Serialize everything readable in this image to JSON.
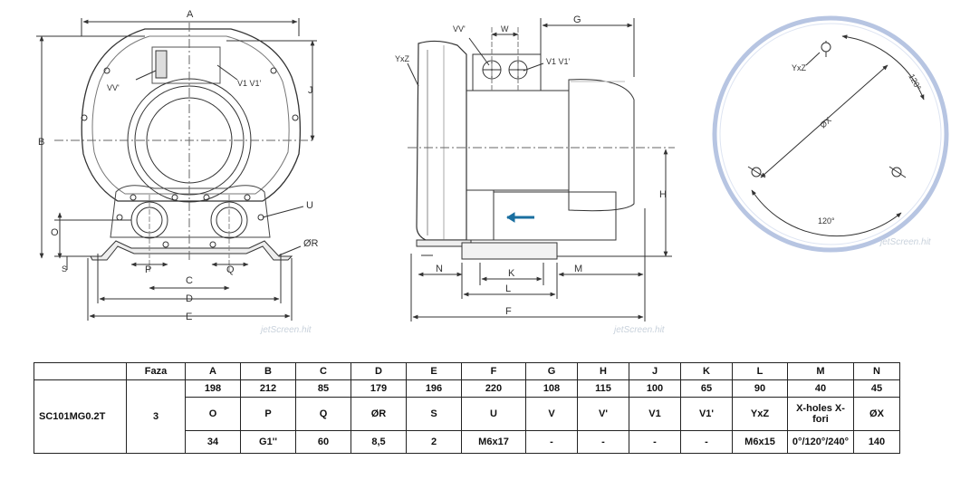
{
  "drawing": {
    "front_labels": {
      "A": "A",
      "B": "B",
      "J": "J",
      "VV": "VV'",
      "V1V1": "V1 V1'",
      "O": "O",
      "S": "S",
      "P": "P",
      "C": "C",
      "D": "D",
      "E": "E",
      "Q": "Q",
      "U": "U",
      "R": "ØR"
    },
    "side_labels": {
      "YxZ": "YxZ",
      "VV": "VV'",
      "W": "W",
      "G": "G",
      "V1V1": "V1 V1'",
      "H": "H",
      "N": "N",
      "K": "K",
      "L": "L",
      "M": "M",
      "F": "F"
    },
    "flange_labels": {
      "YxZ": "YxZ",
      "X": "ØX",
      "a1": "120°",
      "a2": "120°"
    },
    "watermark": "jetScreen.hit"
  },
  "table": {
    "header": [
      "",
      "Faza",
      "A",
      "B",
      "C",
      "D",
      "E",
      "F",
      "G",
      "H",
      "J",
      "K",
      "L",
      "M",
      "N"
    ],
    "model": "SC101MG0.2T",
    "phase": "3",
    "row1": [
      "198",
      "212",
      "85",
      "179",
      "196",
      "220",
      "108",
      "115",
      "100",
      "65",
      "90",
      "40",
      "45"
    ],
    "row2": [
      "O",
      "P",
      "Q",
      "ØR",
      "S",
      "U",
      "V",
      "V'",
      "V1",
      "V1'",
      "YxZ",
      "X-holes X-fori",
      "ØX"
    ],
    "row3": [
      "34",
      "G1''",
      "60",
      "8,5",
      "2",
      "M6x17",
      "-",
      "-",
      "-",
      "-",
      "M6x15",
      "0°/120°/240°",
      "140"
    ]
  }
}
